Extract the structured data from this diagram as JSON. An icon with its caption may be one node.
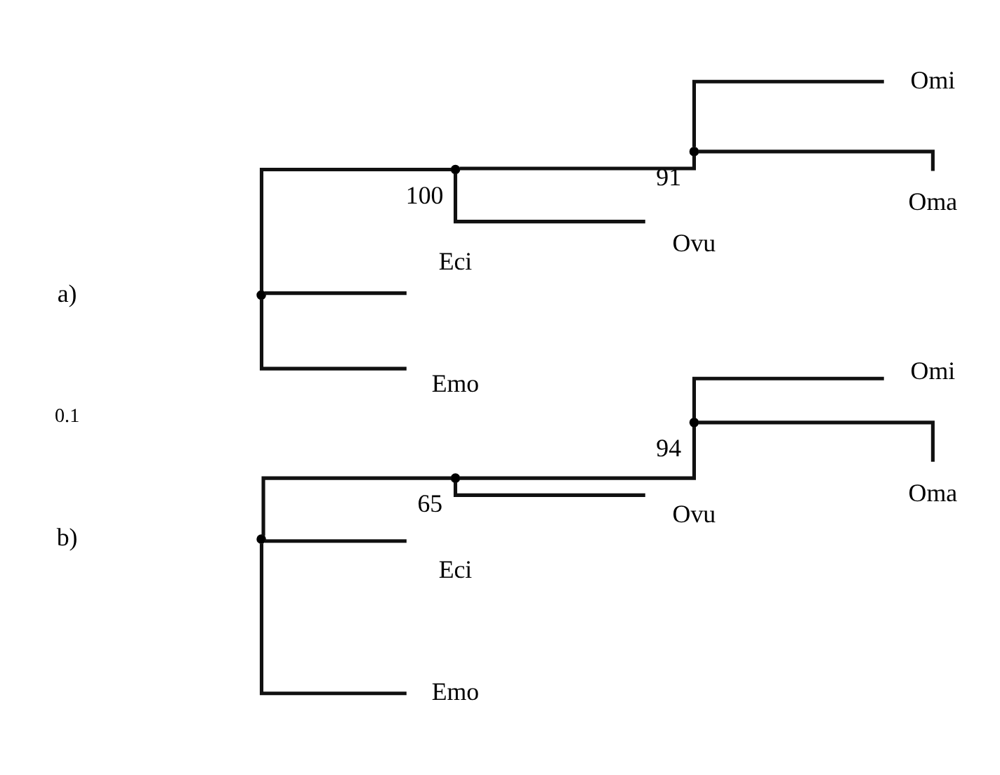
{
  "diagram": {
    "nodes": [
      {
        "text": [],
        "shape": "point"
      },
      {
        "text": [],
        "shape": "point",
        "beside": [
          "100"
        ]
      },
      {
        "text": [],
        "shape": "point",
        "beside": [
          "91"
        ]
      },
      {
        "text": [
          "Omi"
        ]
      },
      {
        "text": [
          "Oma"
        ]
      },
      {
        "text": [
          "Ovu"
        ]
      },
      {
        "text": [
          "Eci"
        ]
      },
      {
        "text": [
          "Emo"
        ]
      },
      {
        "text": [],
        "shape": "point"
      },
      {
        "text": [],
        "shape": "point",
        "beside": [
          "65"
        ]
      },
      {
        "text": [],
        "shape": "point",
        "beside": [
          "94"
        ]
      },
      {
        "text": [
          "Omi"
        ]
      },
      {
        "text": [
          "Oma"
        ]
      },
      {
        "text": [
          "Ovu"
        ]
      },
      {
        "text": [
          "Eci"
        ]
      },
      {
        "text": [
          "Emo"
        ]
      }
    ],
    "edges": [
      {
        "from": 0,
        "to": 1,
        "arrow": "none"
      },
      {
        "from": 1,
        "to": 2,
        "arrow": "none"
      },
      {
        "from": 2,
        "to": 3,
        "arrow": "none"
      },
      {
        "from": 2,
        "to": 4,
        "arrow": "none"
      },
      {
        "from": 1,
        "to": 5,
        "arrow": "none"
      },
      {
        "from": 0,
        "to": 6,
        "arrow": "none"
      },
      {
        "from": 0,
        "to": 7,
        "arrow": "none"
      },
      {
        "from": 8,
        "to": 9,
        "arrow": "none"
      },
      {
        "from": 9,
        "to": 10,
        "arrow": "none"
      },
      {
        "from": 10,
        "to": 11,
        "arrow": "none"
      },
      {
        "from": 10,
        "to": 12,
        "arrow": "none"
      },
      {
        "from": 9,
        "to": 13,
        "arrow": "none"
      },
      {
        "from": 8,
        "to": 14,
        "arrow": "none"
      },
      {
        "from": 8,
        "to": 15,
        "arrow": "none"
      }
    ],
    "labels": [
      "a)",
      "0.1",
      "b)"
    ]
  }
}
